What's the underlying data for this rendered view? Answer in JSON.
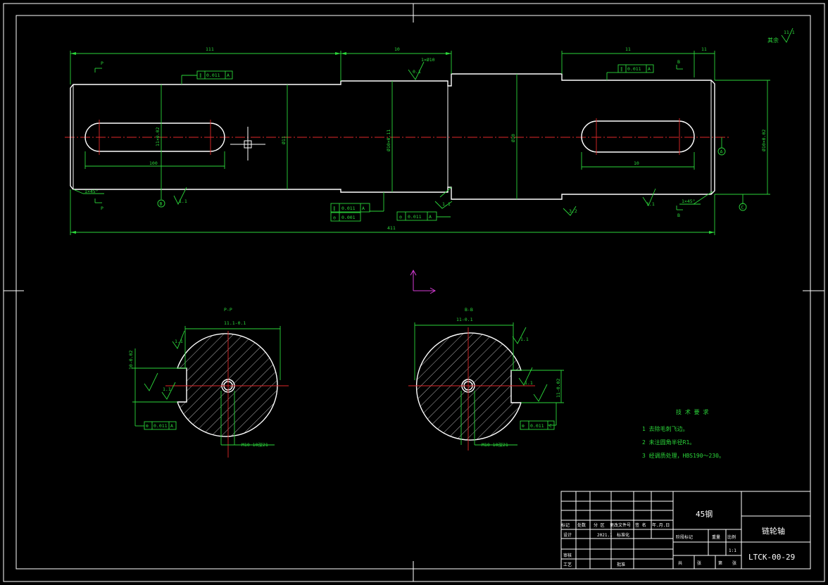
{
  "dimensions": {
    "overall_length": "411",
    "left_segment": "111",
    "mid_segment": "10",
    "right_segment": "11",
    "right_end": "11",
    "left_keyway_length": "100",
    "right_keyway_length": "10",
    "dia_left": "Ø11",
    "dia_mid_left": "Ø10×0.11",
    "dia_collar": "Ø10",
    "dia_right": "Ø10×0.02",
    "key_width_left": "11×0.02",
    "chamfer_step": "1×Ø10",
    "chamfer_left": "1×45°",
    "chamfer_right": "1×45°"
  },
  "tolerance_frames": {
    "left_top": [
      "∥",
      "0.011",
      "A"
    ],
    "right_top": [
      "∥",
      "0.011",
      "A"
    ],
    "bottom_left_1": [
      "∥",
      "0.011",
      "A"
    ],
    "bottom_left_2": [
      "◎",
      "0.001",
      ""
    ],
    "bottom_mid": [
      "◎",
      "0.011",
      "A"
    ],
    "section_left": [
      "⊜",
      "0.011",
      "A"
    ],
    "section_right": [
      "⊜",
      "0.011",
      "C"
    ]
  },
  "labels": {
    "section_mark_p": "P",
    "section_mark_b": "B",
    "datum_a": "A",
    "datum_b": "B",
    "datum_c": "C",
    "roughness_1": "1.1",
    "roughness_2": "1.1",
    "roughness_3": "1.1",
    "roughness_4": "3.2",
    "roughness_5": "0.1",
    "roughness_other": "其余",
    "roughness_other_val": "11.1"
  },
  "sections": {
    "left_title": "P-P",
    "right_title": "B-B",
    "left_key_dim": "11.1-0.1",
    "right_key_dim": "11-0.1",
    "left_depth": "10-0.02",
    "right_depth": "11-0.02",
    "left_hole": "M10-10深21",
    "right_hole": "M10-10深21",
    "left_rough_1": "1.1",
    "left_rough_2": "1.1",
    "right_rough_1": "1.1",
    "right_rough_2": "1.1"
  },
  "tech_requirements": {
    "title": "技 术 要 求",
    "items": [
      "1  去除毛刺飞边。",
      "2  未注圆角半径R1。",
      "3  经调质处理，HBS190～230。"
    ]
  },
  "title_block": {
    "material": "45钢",
    "part_name": "链轮轴",
    "drawing_number": "LTCK-00-29",
    "hdr_row": [
      "标记",
      "处数",
      "分 区",
      "更改文件号",
      "签 名",
      "年.月.日"
    ],
    "row_design": [
      "设计",
      "",
      "",
      "2021.1",
      "标准化"
    ],
    "row_review": [
      "审核",
      ""
    ],
    "row_process": [
      "工艺",
      "",
      "",
      "批准"
    ],
    "stage_hdr": [
      "阶段标记",
      "",
      "重量",
      "比例"
    ],
    "scale": "1:1",
    "sheet_row": [
      "共",
      "张",
      "第",
      "张"
    ]
  }
}
